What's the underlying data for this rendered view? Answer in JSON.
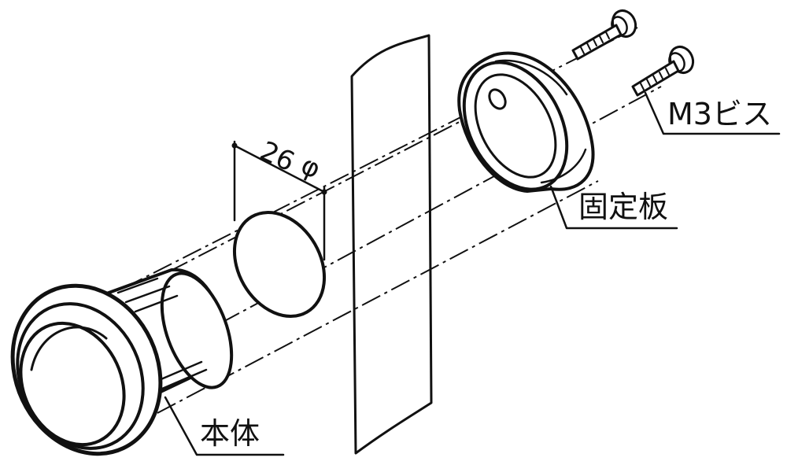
{
  "diagram": {
    "dimension_label": "26",
    "diameter_symbol": "φ",
    "labels": {
      "screw": "M3ビス",
      "plate": "固定板",
      "body": "本体"
    }
  }
}
